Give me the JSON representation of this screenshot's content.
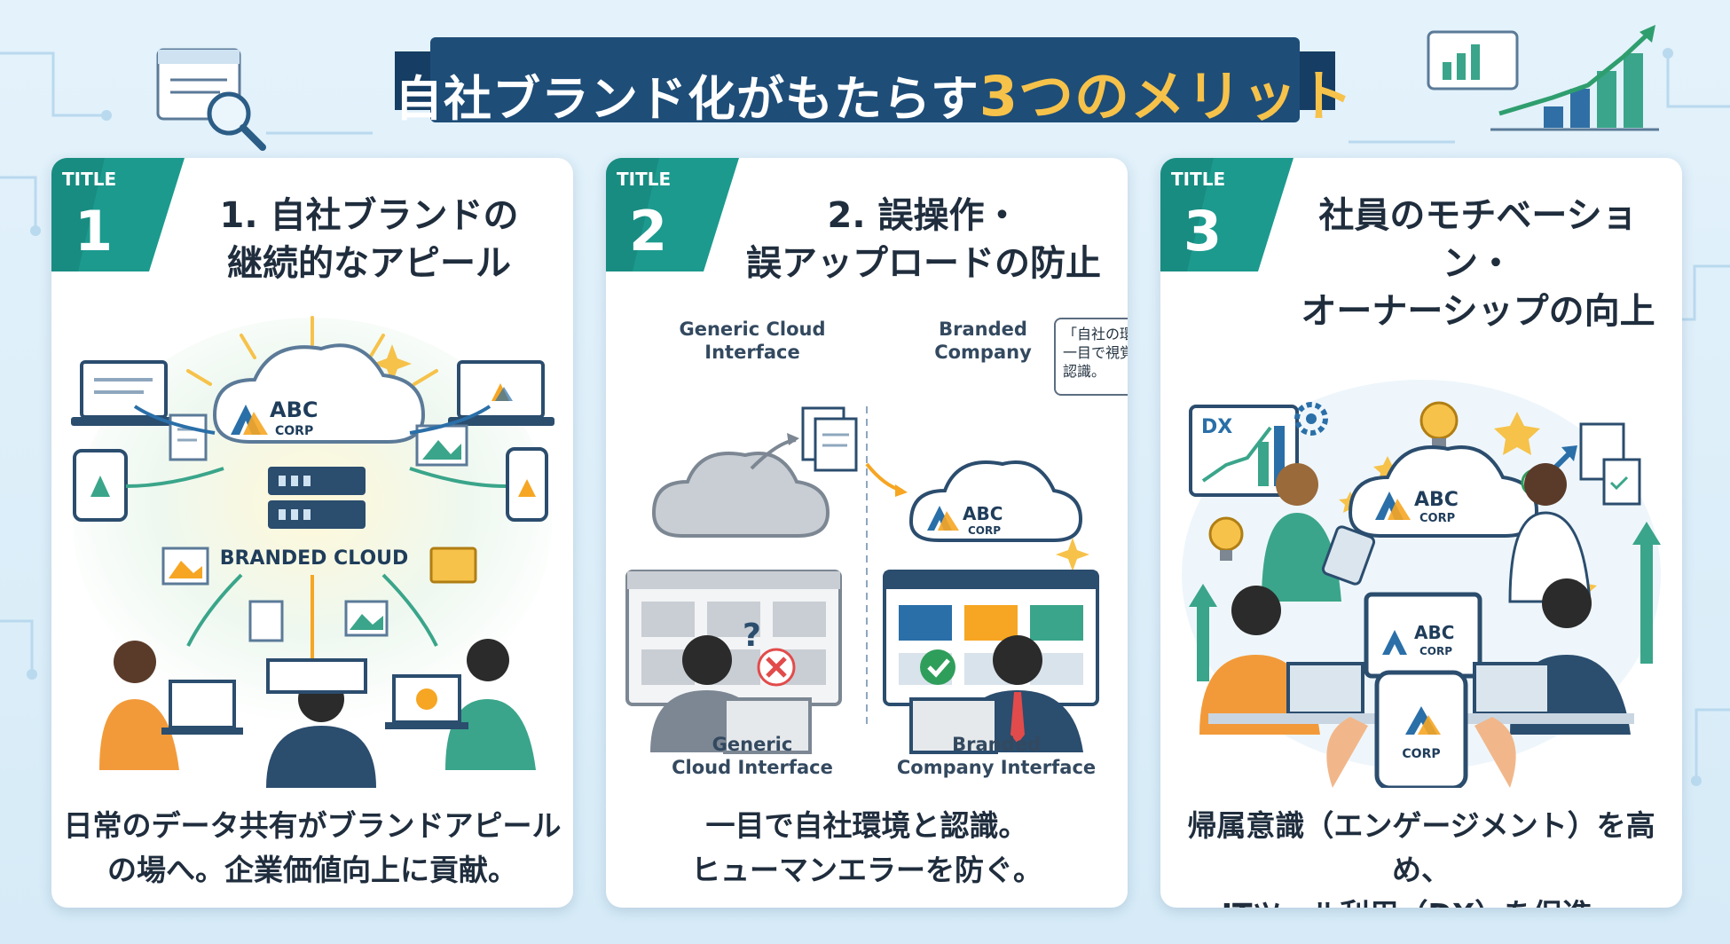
{
  "header": {
    "title_main": "自社ブランド化がもたらす",
    "title_highlight": "3つのメリット"
  },
  "colors": {
    "banner": "#1e4d78",
    "badge_teal": "#1c9a8e",
    "badge_blue": "#2a6fa8",
    "accent_orange": "#f6a623",
    "cross_red": "#e24b4b",
    "check_green": "#2f9e5b"
  },
  "cards": [
    {
      "badge_title": "TITLE",
      "badge_number": "1",
      "title_line1": "1. 自社ブランドの",
      "title_line2": "継続的なアピール",
      "logo_abc": "ABC",
      "logo_corp": "CORP",
      "cloud_label": "BRANDED CLOUD",
      "desc_line1": "日常のデータ共有がブランドアピール",
      "desc_line2": "の場へ。企業価値向上に貢献。"
    },
    {
      "badge_title": "TITLE",
      "badge_number": "2",
      "title_line1": "2. 誤操作・",
      "title_line2": "誤アップロードの防止",
      "top_left_label_1": "Generic Cloud",
      "top_left_label_2": "Interface",
      "top_right_label_1": "Branded",
      "top_right_label_2": "Company",
      "bubble_line1": "「自社の環境」と",
      "bubble_line2": "一目で視覚的に",
      "bubble_line3": "認識。",
      "logo_abc": "ABC",
      "logo_corp": "CORP",
      "bottom_left_label_1": "Generic",
      "bottom_left_label_2": "Cloud Interface",
      "bottom_right_label_1": "Branded",
      "bottom_right_label_2": "Company Interface",
      "question_mark": "?",
      "desc_line1": "一目で自社環境と認識。",
      "desc_line2": "ヒューマンエラーを防ぐ。"
    },
    {
      "badge_title": "TITLE",
      "badge_number": "3",
      "title_line1": "社員のモチベーション・",
      "title_line2": "オーナーシップの向上",
      "dx_label": "DX",
      "logo_abc": "ABC",
      "logo_corp": "CORP",
      "desc_line1": "帰属意識（エンゲージメント）を高め、",
      "desc_line2": "ITツール利用（DX）を促進。"
    }
  ]
}
